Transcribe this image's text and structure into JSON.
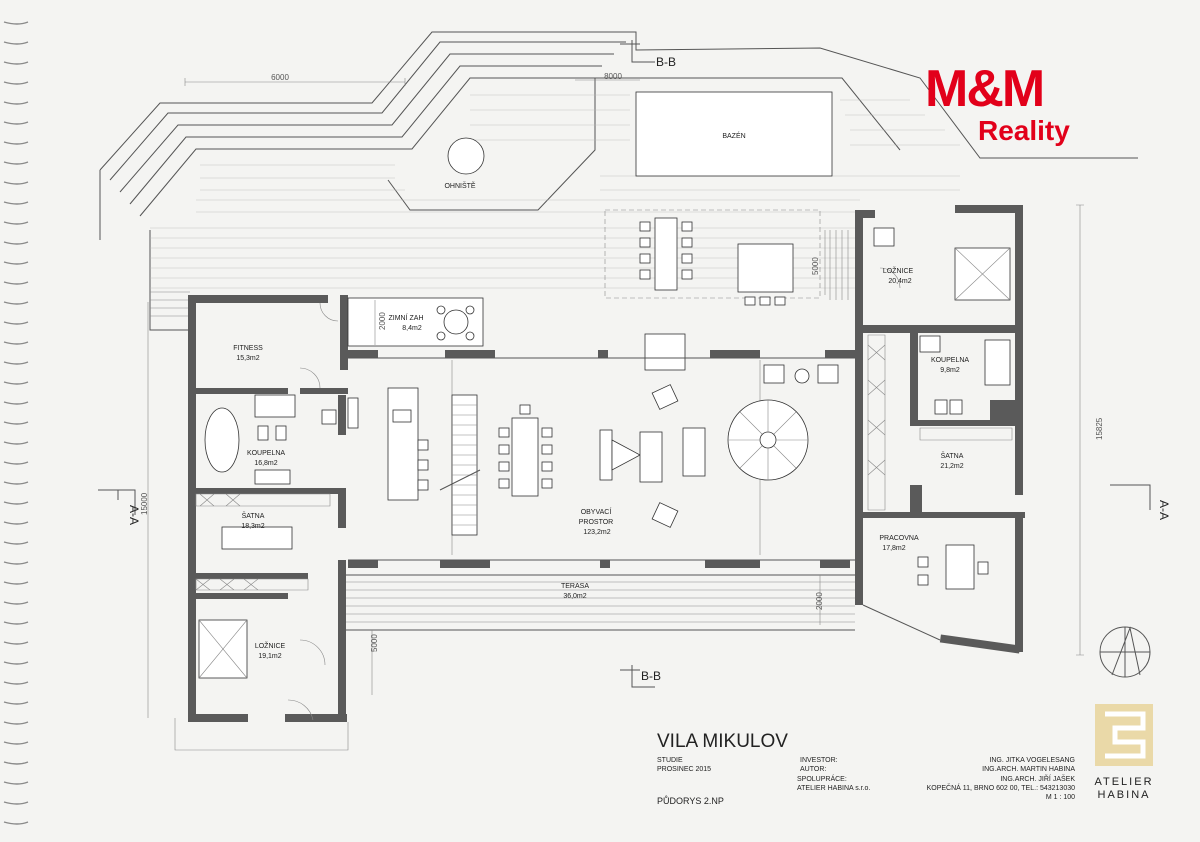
{
  "brand": {
    "logo_main": "M&M",
    "logo_sub": "Reality"
  },
  "plan": {
    "title": "VILA MIKULOV",
    "sheet": "PŮDORYS 2.NP",
    "study_label": "STUDIE",
    "date": "PROSINEC 2015",
    "investor_label": "INVESTOR:",
    "author_label": "AUTOR:",
    "cooperation_label": "SPOLUPRÁCE:",
    "studio": "ATELIER HABINA s.r.o.",
    "investor": "ING. JITKA VOGELESANG",
    "author": "ING.ARCH. MARTIN HABINA",
    "cooperation": "ING.ARCH. JIŘÍ JAŠEK",
    "address": "KOPEČNÁ 11, BRNO 602 00, TEL.: 543213030",
    "scale": "M 1 : 100"
  },
  "atelier": {
    "line1": "ATELIER",
    "line2": "HABINA"
  },
  "sections": {
    "aa": "A-A",
    "bb": "B-B"
  },
  "rooms": {
    "bazen": "BAZÉN",
    "ohniste": "OHNIŠTĚ",
    "zimni_name": "ZIMNÍ ZAH",
    "zimni_area": "8,4m2",
    "fitness_name": "FITNESS",
    "fitness_area": "15,3m2",
    "koupelna1_name": "KOUPELNA",
    "koupelna1_area": "16,8m2",
    "satna1_name": "ŠATNA",
    "satna1_area": "18,3m2",
    "loznice1_name": "LOŽNICE",
    "loznice1_area": "19,1m2",
    "obyvaci_name1": "OBYVACÍ",
    "obyvaci_name2": "PROSTOR",
    "obyvaci_area": "123,2m2",
    "terasa_name": "TERASA",
    "terasa_area": "36,0m2",
    "loznice2_name": "LOŽNICE",
    "loznice2_area": "20,4m2",
    "koupelna2_name": "KOUPELNA",
    "koupelna2_area": "9,8m2",
    "satna2_name": "ŠATNA",
    "satna2_area": "21,2m2",
    "pracovna_name": "PRACOVNA",
    "pracovna_area": "17,8m2"
  },
  "dimensions": {
    "d6000": "6000",
    "d8000": "8000",
    "d5000a": "5000",
    "d2000a": "2000",
    "d15000": "15000",
    "d15825": "15825",
    "d2000b": "2000",
    "d5000b": "5000"
  }
}
